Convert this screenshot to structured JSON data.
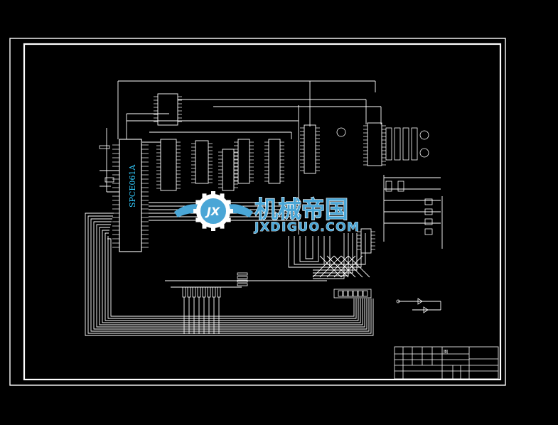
{
  "schematic": {
    "mcu_label": "SPCE061A",
    "colors": {
      "background": "#000000",
      "wire": "#ffffff",
      "mcu_text": "#33ccff",
      "accent_green": "#00ff66",
      "accent_yellow": "#ffff33",
      "accent_red": "#ff3333"
    }
  },
  "watermark": {
    "title_cn": "机械帝国",
    "title_en": "JXDIGUO.COM",
    "logo_text": "JX",
    "color": "#4aa6d6"
  },
  "title_block": {
    "cell_label": "图"
  }
}
